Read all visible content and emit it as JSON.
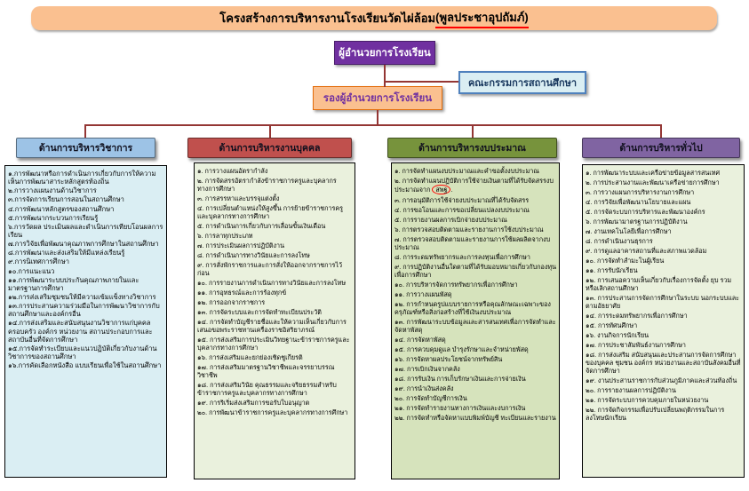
{
  "title": {
    "main": "โครงสร้างการบริหารงานโรงเรียนวัดไผ่ล้อม",
    "underlined": "(พูลประชาอุปถัมภ์)"
  },
  "director_label": "ผู้อำนวยการโรงเรียน",
  "committee_label": "คณะกรรมการสถานศึกษา",
  "deputy_label": "รองผู้อำนวยการโรงเรียน",
  "colors": {
    "banner_bg": "#FAC090",
    "director_bg": "#7030A0",
    "committee_bg": "#DAEEF3",
    "deputy_bg": "#FAC090",
    "connector": "#943634"
  },
  "annotations": {
    "circled_text": "สพฐ"
  },
  "columns": [
    {
      "header": "ด้านการบริหารวิชาการ",
      "header_bg": "#9DC3E6",
      "list_bg": "#DAEEF3",
      "items": [
        "๑.การพัฒนาหรือการดำเนินการเกี่ยวกับการให้ความเห็นการพัฒนาสาระหลักสูตรท้องถิ่น",
        "๒.การวางแผนงานด้านวิชาการ",
        "๓.การจัดการเรียนการสอนในสถานศึกษา",
        "๔.การพัฒนาหลักสูตรของสถานศึกษา",
        "๕.การพัฒนากระบวนการเรียนรู้",
        "๖.การวัดผล ประเมินผลและดำเนินการเทียบโอนผลการเรียน",
        "๗.การวิจัยเพื่อพัฒนาคุณภาพการศึกษาในสถานศึกษา",
        "๘.การพัฒนาและส่งเสริมให้มีแหล่งเรียนรู้",
        "๙.การนิเทศการศึกษา",
        "๑๐.การแนะแนว",
        "๑๑.การพัฒนาระบบประกันคุณภาพภายในและมาตรฐานการศึกษา",
        "๑๒.การส่งเสริมชุมชนให้มีความเข้มแข็งทางวิชาการ",
        "๑๓.การประสานความร่วมมือในการพัฒนาวิชาการกับสถานศึกษาและองค์กรอื่น",
        "๑๔.การส่งเสริมและสนับสนุนงานวิชาการแก่บุคคล ครอบครัว องค์กร หน่วยงาน สถานประกอบการและสถาบันอื่นที่จัดการศึกษา",
        "๑๕.การจัดทำระเบียบและแนวปฏิบัติเกี่ยวกับงานด้านวิชาการของสถานศึกษา",
        "๑๖.การคัดเลือกหนังสือ แบบเรียนเพื่อใช้ในสถานศึกษา"
      ]
    },
    {
      "header": "ด้านการบริหารงานบุคคล",
      "header_bg": "#C0504D",
      "list_bg": "#EAF1DD",
      "items": [
        "๑. การวางแผนอัตรากำลัง",
        "๒. การจัดสรรอัตรากำลังข้าราชการครูและบุคลากรทางการศึกษา",
        "๓. การสรรหาและบรรจุแต่งตั้ง",
        "๔. การเปลี่ยนตำแหน่งให้สูงขึ้น การย้ายข้าราชการครูและบุคลากรทางการศึกษา",
        "๕. การดำเนินการเกี่ยวกับการเลื่อนขั้นเงินเดือน",
        "๖. การลาทุกประเภท",
        "๗. การประเมินผลการปฏิบัติงาน",
        "๘. การดำเนินการทางวินัยและการลงโทษ",
        "๙. การสั่งพักราชการและการสั่งให้ออกจากราชการไว้ก่อน",
        "๑๐. การรายงานการดำเนินการทางวินัยและการลงโทษ",
        "๑๑. การอุทธรณ์และการร้องทุกข์",
        "๑๒. การออกจากราชการ",
        "๑๓. การจัดระบบและการจัดทำทะเบียนประวัติ",
        "๑๔. การจัดทำบัญชีรายชื่อและให้ความเห็นเกี่ยวกับการเสนอขอพระราชทานเครื่องราชอิสริยาภรณ์",
        "๑๕. การส่งเสริมการประเมินวิทยฐานะข้าราชการครูและบุคลากรทางการศึกษา",
        "๑๖. การส่งเสริมและยกย่องเชิดชูเกียรติ",
        "๑๗. การส่งเสริมมาตรฐานวิชาชีพและจรรยาบรรณวิชาชีพ",
        "๑๘. การส่งเสริมวินัย คุณธรรมและจริยธรรมสำหรับข้าราชการครูและบุคลากรทางการศึกษา",
        "๑๙. การริเริ่มส่งเสริมการขอรับใบอนุญาต",
        "๒๐. การพัฒนาข้าราชการครูและบุคลากรทางการศึกษา"
      ]
    },
    {
      "header": "ด้านการบริหารงบประมาณ",
      "header_bg": "#77933C",
      "list_bg": "#D6E3BC",
      "items": [
        "๑. การจัดทำแผนงบประมาณและคำขอตั้งงบประมาณ",
        "๒. การจัดทำแผนปฏิบัติการใช้จ่ายเงินตามที่ได้รับจัดสรรงบประมาณจาก สพฐ.",
        "๓. การอนุมัติการใช้จ่ายงบประมาณที่ได้รับจัดสรร",
        "๔. การขอโอนและการขอเปลี่ยนแปลงงบประมาณ",
        "๕. การรายงานผลการเบิกจ่ายงบประมาณ",
        "๖. การตรวจสอบติดตามและรายงานการใช้งบประมาณ",
        "๗. การตรวจสอบติดตามและรายงานการใช้ผลผลิตจากงบประมาณ",
        "๘. การระดมทรัพยากรและการลงทุนเพื่อการศึกษา",
        "๙. การปฏิบัติงานอื่นใดตามที่ได้รับมอบหมายเกี่ยวกับกองทุนเพื่อการศึกษา",
        "๑๐. การบริหารจัดการทรัพยากรเพื่อการศึกษา",
        "๑๑. การวางแผนพัสดุ",
        "๑๒. การกำหนดรูปแบบรายการหรือคุณลักษณะเฉพาะของครุภัณฑ์หรือสิ่งก่อสร้างที่ใช้เงินงบประมาณ",
        "๑๓. การพัฒนาระบบข้อมูลและสารสนเทศเพื่อการจัดทำและจัดหาพัสดุ",
        "๑๔. การจัดหาพัสดุ",
        "๑๕. การควบคุมดูแล บำรุงรักษาและจำหน่ายพัสดุ",
        "๑๖. การจัดหาผลประโยชน์จากทรัพย์สิน",
        "๑๗. การเบิกเงินจากคลัง",
        "๑๘. การรับเงิน การเก็บรักษาเงินและการจ่ายเงิน",
        "๑๙. การนำเงินส่งคลัง",
        "๒๐. การจัดทำบัญชีการเงิน",
        "๒๑. การจัดทำรายงานทางการเงินและงบการเงิน",
        "๒๒. การจัดทำหรือจัดหาแบบพิมพ์บัญชี ทะเบียนและรายงาน"
      ]
    },
    {
      "header": "ด้านการบริหารทั่วไป",
      "header_bg": "#8064A2",
      "list_bg": "#EAF1DD",
      "items": [
        "๑. การพัฒนาระบบและเครือข่ายข้อมูลสารสนเทศ",
        "๒. การประสานงานและพัฒนาเครือข่ายการศึกษา",
        "๓. การวางแผนการบริหารงานการศึกษา",
        "๔. การวิจัยเพื่อพัฒนานโยบายและแผน",
        "๕. การจัดระบบการบริหารและพัฒนาองค์กร",
        "๖. การพัฒนามาตรฐานการปฏิบัติงาน",
        "๗. งานเทคโนโลยีเพื่อการศึกษา",
        "๘. การดำเนินงานธุรการ",
        "๙. การดูแลอาคารสถานที่และสภาพแวดล้อม",
        "๑๐. การจัดทำสำมะโนผู้เรียน",
        "๑๑. การรับนักเรียน",
        "๑๒. การเสนอความเห็นเกี่ยวกับเรื่องการจัดตั้ง ยุบ รวม หรือเลิกสถานศึกษา",
        "๑๓. การประสานการจัดการศึกษาในระบบ นอกระบบและตามอัธยาศัย",
        "๑๔. การระดมทรัพยากรเพื่อการศึกษา",
        "๑๕. การทัศนศึกษา",
        "๑๖. งานกิจการนักเรียน",
        "๑๗. การประชาสัมพันธ์งานการศึกษา",
        "๑๘. การส่งเสริม สนับสนุนและประสานการจัดการศึกษาของบุคคล ชุมชน องค์กร หน่วยงานและสถาบันสังคมอื่นที่จัดการศึกษา",
        "๑๙. งานประสานราชการกับส่วนภูมิภาคและส่วนท้องถิ่น",
        "๒๐. การรายงานผลการปฏิบัติงาน",
        "๒๑. การจัดระบบการควบคุมภายในหน่วยงาน",
        "๒๒. การจัดกิจกรรมเพื่อปรับเปลี่ยนพฤติกรรมในการลงโทษนักเรียน"
      ]
    }
  ]
}
